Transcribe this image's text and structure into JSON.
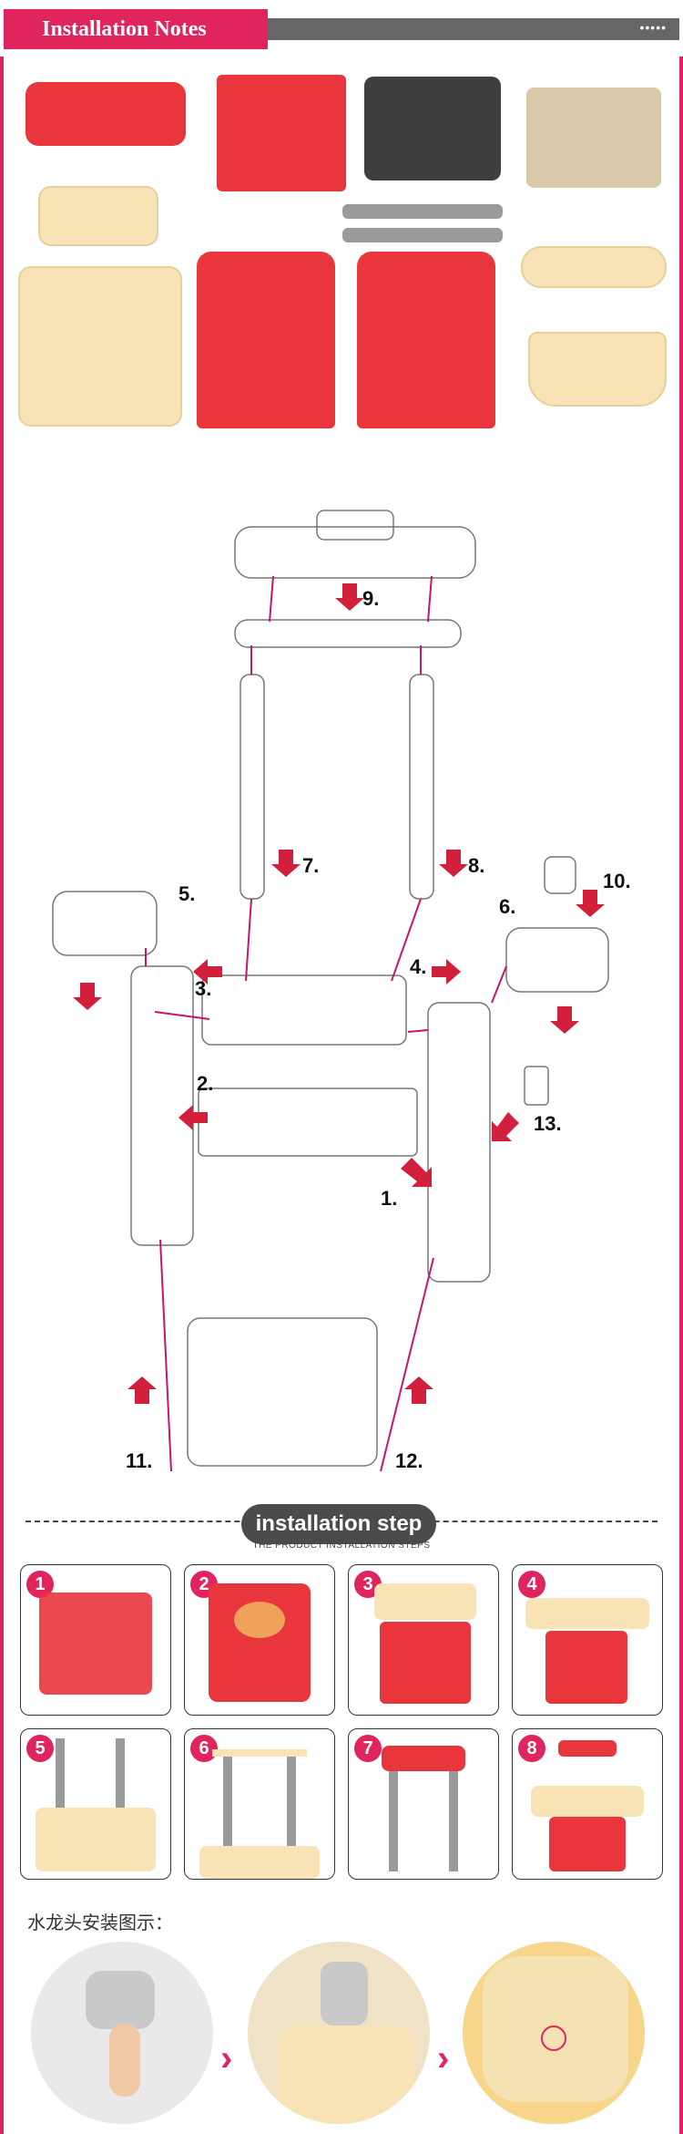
{
  "header": {
    "title": "Installation Notes",
    "dots": "•••••"
  },
  "diagram": {
    "labels": [
      "9.",
      "7.",
      "8.",
      "5.",
      "6.",
      "10.",
      "3.",
      "4.",
      "2.",
      "13.",
      "1.",
      "11.",
      "12."
    ]
  },
  "steps": {
    "title": "installation step",
    "subtitle": "THE PRODUCT INSTALLATION STEPS",
    "numbers": [
      "1",
      "2",
      "3",
      "4",
      "5",
      "6",
      "7",
      "8"
    ]
  },
  "faucet": {
    "title": "水龙头安装图示："
  },
  "colors": {
    "accent": "#e0245e",
    "red_part": "#e8363c",
    "cream_part": "#f7e3b5"
  }
}
